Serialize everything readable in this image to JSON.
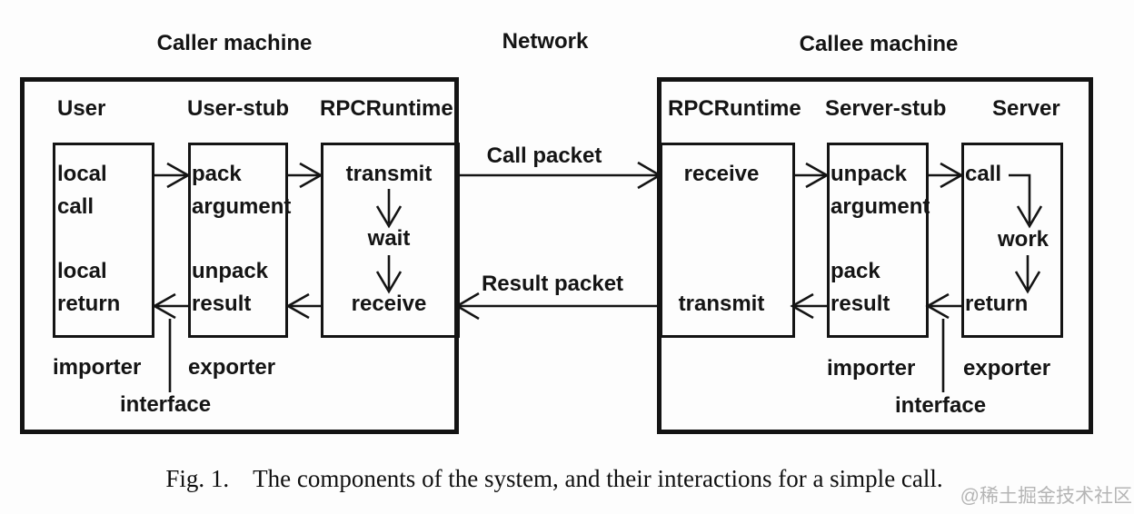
{
  "titles": {
    "caller": "Caller machine",
    "network": "Network",
    "callee": "Callee machine"
  },
  "caller": {
    "columns": [
      "User",
      "User-stub",
      "RPCRuntime"
    ],
    "user": {
      "call_lines": [
        "local",
        "call"
      ],
      "return_lines": [
        "local",
        "return"
      ]
    },
    "user_stub": {
      "call_lines": [
        "pack",
        "argument"
      ],
      "return_lines": [
        "unpack",
        "result"
      ]
    },
    "rpc": {
      "steps": [
        "transmit",
        "wait",
        "receive"
      ]
    },
    "importer": "importer",
    "exporter": "exporter",
    "interface": "interface"
  },
  "network": {
    "call_packet": "Call packet",
    "result_packet": "Result packet"
  },
  "callee": {
    "columns": [
      "RPCRuntime",
      "Server-stub",
      "Server"
    ],
    "rpc": {
      "top": "receive",
      "bottom": "transmit"
    },
    "server_stub": {
      "call_lines": [
        "unpack",
        "argument"
      ],
      "return_lines": [
        "pack",
        "result"
      ]
    },
    "server": {
      "steps": [
        "call",
        "work",
        "return"
      ]
    },
    "importer": "importer",
    "exporter": "exporter",
    "interface": "interface"
  },
  "caption": {
    "fig": "Fig. 1.",
    "text": "The components of the system, and their interactions for a simple call."
  },
  "watermark": {
    "text": "@稀土掘金技术社区",
    "color": "#b5b5b5"
  },
  "colors": {
    "ink": "#141414",
    "background": "#fdfdfd"
  }
}
